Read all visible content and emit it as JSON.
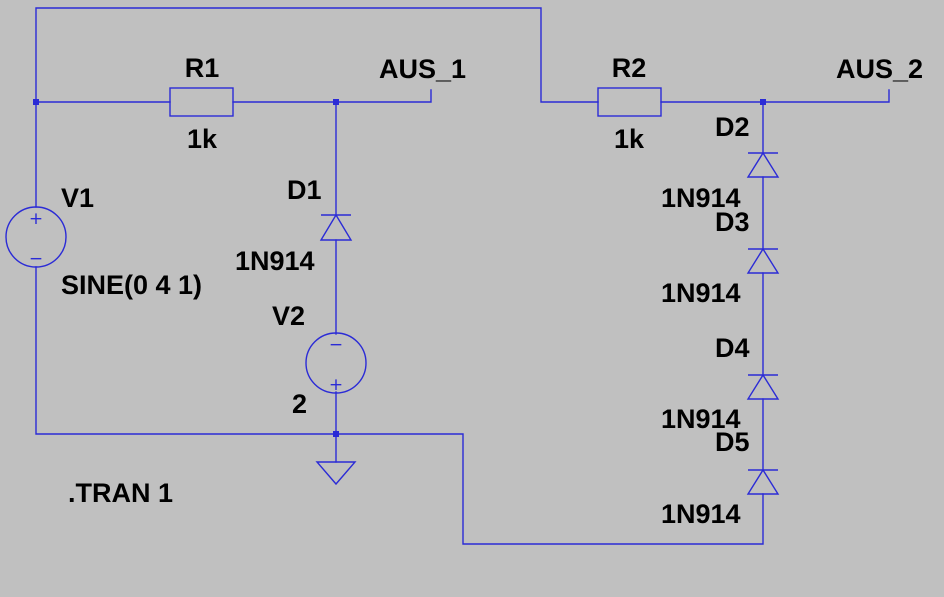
{
  "schematic": {
    "colors": {
      "background": "#c0c0c0",
      "wire": "#2b2bd6",
      "text": "#000000"
    },
    "components": {
      "R1": {
        "name": "R1",
        "value": "1k"
      },
      "R2": {
        "name": "R2",
        "value": "1k"
      },
      "D1": {
        "name": "D1",
        "model": "1N914"
      },
      "D2": {
        "name": "D2",
        "model": "1N914"
      },
      "D3": {
        "name": "D3",
        "model": "1N914"
      },
      "D4": {
        "name": "D4",
        "model": "1N914"
      },
      "D5": {
        "name": "D5",
        "model": "1N914"
      },
      "V1": {
        "name": "V1",
        "value": "SINE(0 4 1)"
      },
      "V2": {
        "name": "V2",
        "value": "2"
      }
    },
    "net_labels": {
      "out1": "AUS_1",
      "out2": "AUS_2"
    },
    "directive": ".TRAN 1",
    "polarity": {
      "plus": "+",
      "minus": "−"
    }
  }
}
